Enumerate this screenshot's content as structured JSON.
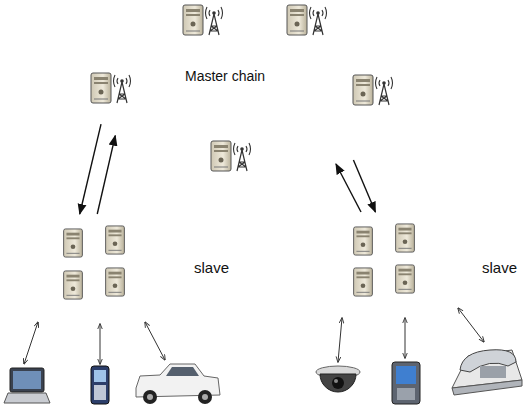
{
  "diagram": {
    "nodes": [
      {
        "text": [
          "Master chain"
        ]
      },
      {
        "text": [
          "slave"
        ]
      },
      {
        "text": [
          "slave"
        ]
      }
    ],
    "edges": [
      {
        "from": 0,
        "to": 1,
        "arrow": "to"
      },
      {
        "from": 1,
        "to": 0,
        "arrow": "to"
      },
      {
        "from": 0,
        "to": 2,
        "arrow": "to"
      },
      {
        "from": 2,
        "to": 0,
        "arrow": "to"
      }
    ]
  }
}
